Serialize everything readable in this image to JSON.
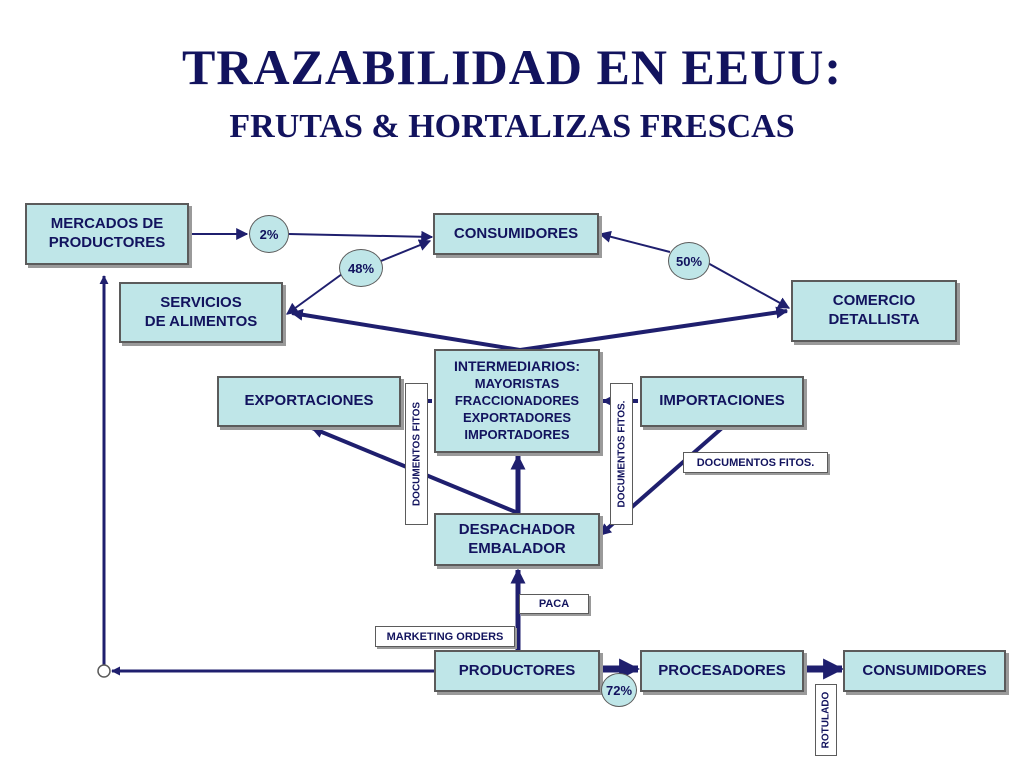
{
  "title": "TRAZABILIDAD EN EEUU:",
  "subtitle": "FRUTAS & HORTALIZAS FRESCAS",
  "nodes": {
    "mercados": "MERCADOS DE PRODUCTORES",
    "consumidores_top": "CONSUMIDORES",
    "servicios_line1": "SERVICIOS",
    "servicios_line2": "DE ALIMENTOS",
    "comercio": "COMERCIO DETALLISTA",
    "intermediarios_title": "INTERMEDIARIOS:",
    "intermediarios_items": [
      "MAYORISTAS",
      "FRACCIONADORES",
      "EXPORTADORES",
      "IMPORTADORES"
    ],
    "exportaciones": "EXPORTACIONES",
    "importaciones": "IMPORTACIONES",
    "despachador": "DESPACHADOR EMBALADOR",
    "productores": "PRODUCTORES",
    "procesadores": "PROCESADORES",
    "consumidores_bottom": "CONSUMIDORES"
  },
  "percentages": {
    "p2": "2%",
    "p48": "48%",
    "p50": "50%",
    "p72": "72%"
  },
  "labels": {
    "documentos_fitos_h": "DOCUMENTOS FITOS.",
    "documentos_fitos_v1": "DOCUMENTOS FITOS",
    "documentos_fitos_v2": "DOCUMENTOS FITOS.",
    "paca": "PACA",
    "marketing_orders": "MARKETING ORDERS",
    "rotulado": "ROTULADO"
  },
  "colors": {
    "title": "#12135e",
    "box_fill": "#bfe6e8",
    "arrow": "#1f1f6e"
  }
}
